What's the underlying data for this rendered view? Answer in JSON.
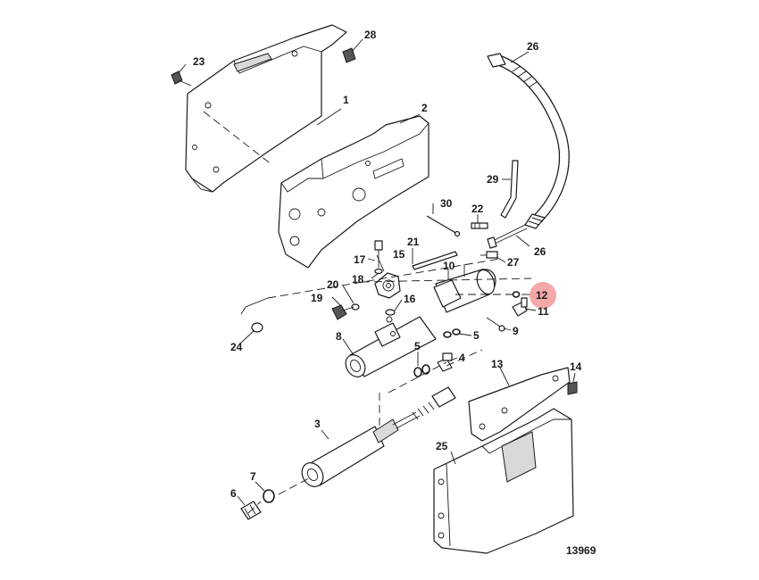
{
  "highlight_color": "#f4a8a8",
  "diagram_number": "13969",
  "callouts": [
    {
      "id": "1",
      "text": "1"
    },
    {
      "id": "2",
      "text": "2"
    },
    {
      "id": "3",
      "text": "3"
    },
    {
      "id": "4",
      "text": "4"
    },
    {
      "id": "5a",
      "text": "5"
    },
    {
      "id": "5b",
      "text": "5"
    },
    {
      "id": "6",
      "text": "6"
    },
    {
      "id": "7",
      "text": "7"
    },
    {
      "id": "8",
      "text": "8"
    },
    {
      "id": "9",
      "text": "9"
    },
    {
      "id": "10",
      "text": "10"
    },
    {
      "id": "11",
      "text": "11"
    },
    {
      "id": "12",
      "text": "12",
      "highlighted": true
    },
    {
      "id": "13",
      "text": "13"
    },
    {
      "id": "14",
      "text": "14"
    },
    {
      "id": "15",
      "text": "15"
    },
    {
      "id": "16",
      "text": "16"
    },
    {
      "id": "17",
      "text": "17"
    },
    {
      "id": "18",
      "text": "18"
    },
    {
      "id": "19",
      "text": "19"
    },
    {
      "id": "20",
      "text": "20"
    },
    {
      "id": "21",
      "text": "21"
    },
    {
      "id": "22",
      "text": "22"
    },
    {
      "id": "23",
      "text": "23"
    },
    {
      "id": "24",
      "text": "24"
    },
    {
      "id": "25",
      "text": "25"
    },
    {
      "id": "26a",
      "text": "26"
    },
    {
      "id": "26b",
      "text": "26"
    },
    {
      "id": "27",
      "text": "27"
    },
    {
      "id": "28",
      "text": "28"
    },
    {
      "id": "29",
      "text": "29"
    },
    {
      "id": "30",
      "text": "30"
    }
  ]
}
